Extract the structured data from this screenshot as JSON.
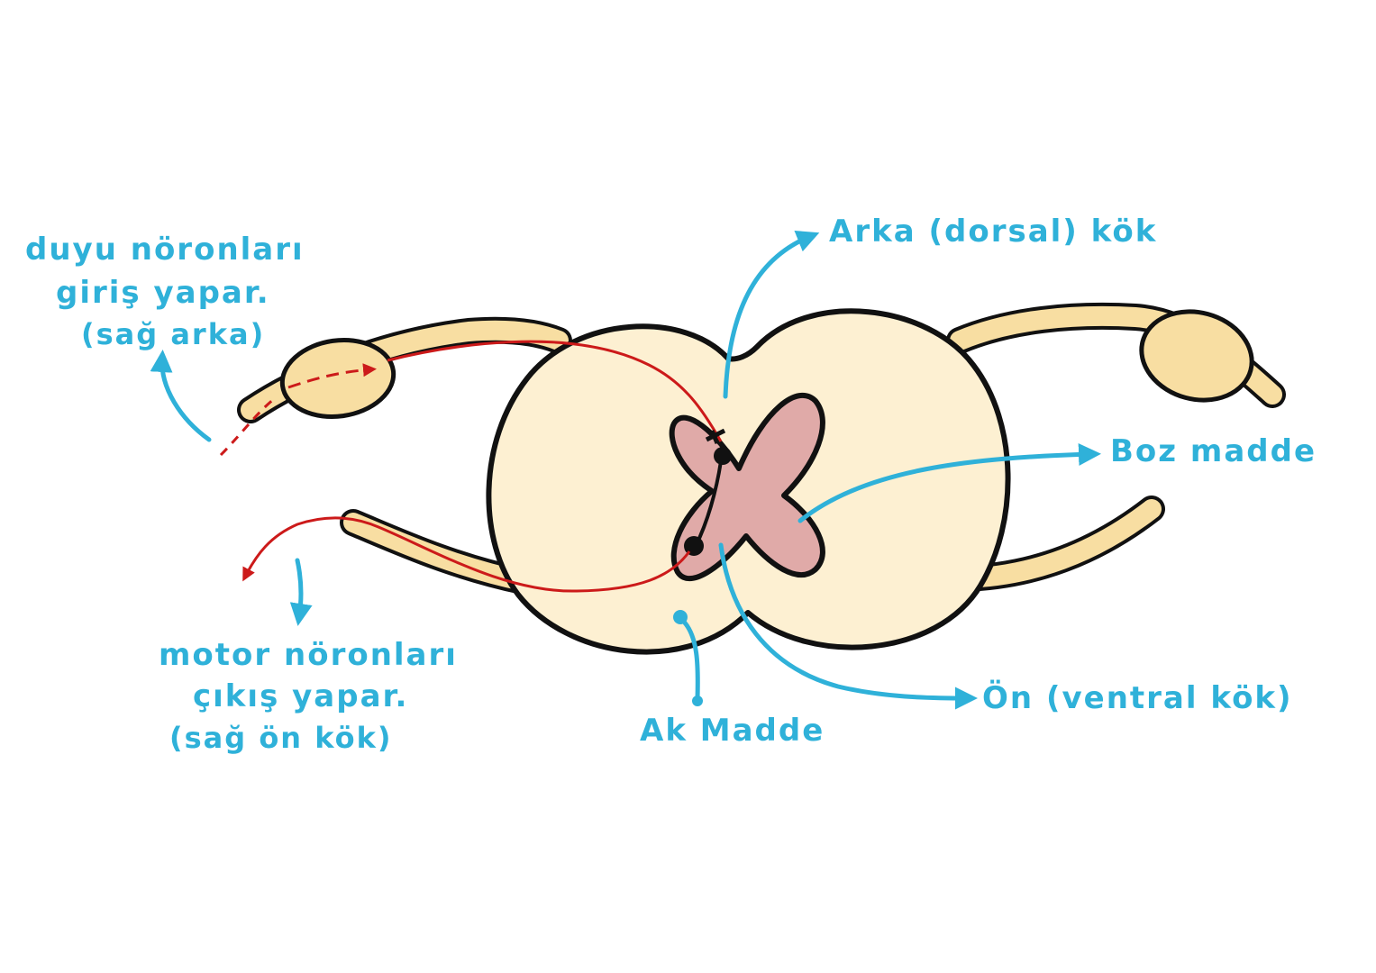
{
  "colors": {
    "label": "#2fb1d9",
    "outline": "#111111",
    "cord_fill": "#fdf0d2",
    "nerve_fill": "#f8dea2",
    "grey_matter": "#e0aaa8",
    "signal": "#cc1a1a",
    "background": "#ffffff"
  },
  "labels": {
    "sensory_line1": "duyu nöronları",
    "sensory_line2": "giriş yapar.",
    "sensory_line3": "(sağ arka)",
    "dorsal_root": "Arka (dorsal) kök",
    "grey_matter": "Boz madde",
    "motor_line1": "motor nöronları",
    "motor_line2": "çıkış yapar.",
    "motor_line3": "(sağ ön kök)",
    "white_matter": "Ak Madde",
    "ventral_root": "Ön (ventral kök)"
  }
}
